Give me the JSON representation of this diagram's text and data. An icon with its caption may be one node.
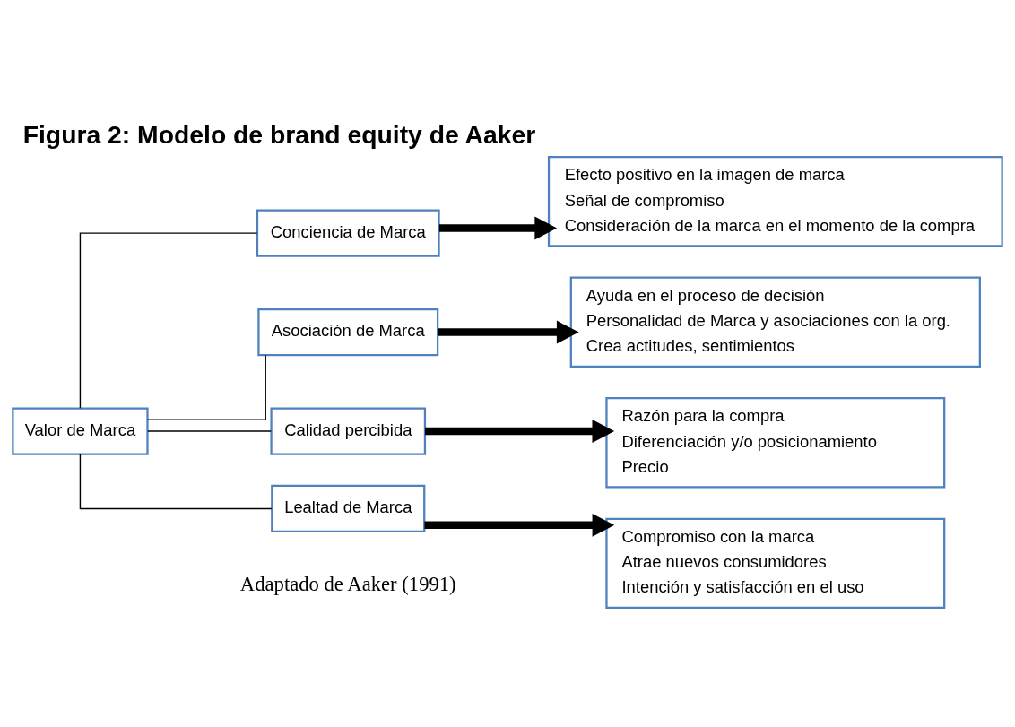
{
  "diagram": {
    "title": "Figura 2: Modelo de brand equity de Aaker",
    "caption": "Adaptado de Aaker (1991)",
    "nodes": [
      {
        "text": [
          "Valor de Marca"
        ]
      },
      {
        "text": [
          "Conciencia de Marca"
        ]
      },
      {
        "text": [
          "Asociación de Marca"
        ]
      },
      {
        "text": [
          "Calidad percibida"
        ]
      },
      {
        "text": [
          "Lealtad de Marca"
        ]
      },
      {
        "text": [
          "Efecto positivo en la imagen de marca",
          "Señal de compromiso",
          "Consideración de la marca en el momento de la compra"
        ]
      },
      {
        "text": [
          "Ayuda en el proceso de decisión",
          "Personalidad de Marca y asociaciones con la org.",
          "Crea actitudes, sentimientos"
        ]
      },
      {
        "text": [
          "Razón para la compra",
          "Diferenciación y/o posicionamiento",
          "Precio"
        ]
      },
      {
        "text": [
          "Compromiso con la marca",
          "Atrae nuevos consumidores",
          "Intención y satisfacción en el uso"
        ]
      }
    ],
    "edges": [
      {
        "from": 0,
        "to": 1,
        "arrow": "none"
      },
      {
        "from": 0,
        "to": 2,
        "arrow": "none"
      },
      {
        "from": 0,
        "to": 3,
        "arrow": "none"
      },
      {
        "from": 0,
        "to": 4,
        "arrow": "none"
      },
      {
        "from": 1,
        "to": 5,
        "arrow": "to",
        "style": "thick"
      },
      {
        "from": 2,
        "to": 6,
        "arrow": "to",
        "style": "thick"
      },
      {
        "from": 3,
        "to": 7,
        "arrow": "to",
        "style": "thick"
      },
      {
        "from": 4,
        "to": 8,
        "arrow": "to",
        "style": "thick"
      }
    ]
  }
}
